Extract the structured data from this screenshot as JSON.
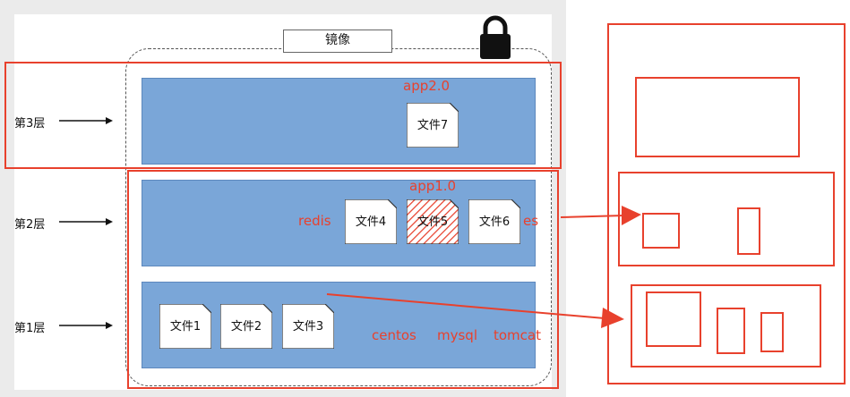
{
  "image_label": "镜像",
  "layers": [
    {
      "label": "第3层"
    },
    {
      "label": "第2层"
    },
    {
      "label": "第1层"
    }
  ],
  "files": {
    "f1": "文件1",
    "f2": "文件2",
    "f3": "文件3",
    "f4": "文件4",
    "f5": "文件5",
    "f6": "文件6",
    "f7": "文件7"
  },
  "annotations": {
    "app2": "app2.0",
    "app1": "app1.0",
    "redis": "redis",
    "es": "es",
    "centos": "centos",
    "mysql": "mysql",
    "tomcat": "tomcat"
  },
  "colors": {
    "layer_fill": "#7aa6d8",
    "annotation_red": "#e8412d"
  }
}
